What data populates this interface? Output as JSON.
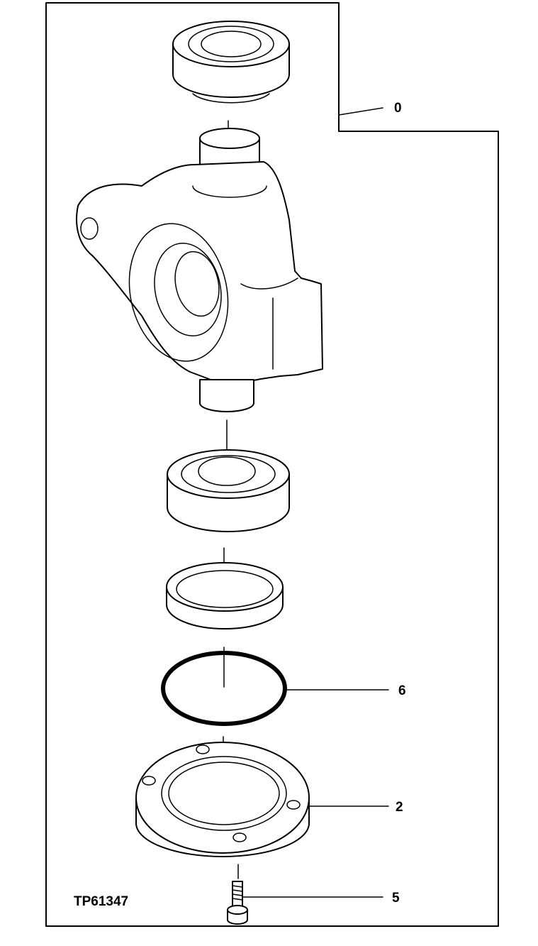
{
  "drawing": {
    "figure_id": "TP61347",
    "callouts": [
      {
        "label": "0",
        "part": "assembly-outline"
      },
      {
        "label": "6",
        "part": "o-ring"
      },
      {
        "label": "2",
        "part": "flange-cover"
      },
      {
        "label": "5",
        "part": "cap-screw"
      }
    ]
  }
}
